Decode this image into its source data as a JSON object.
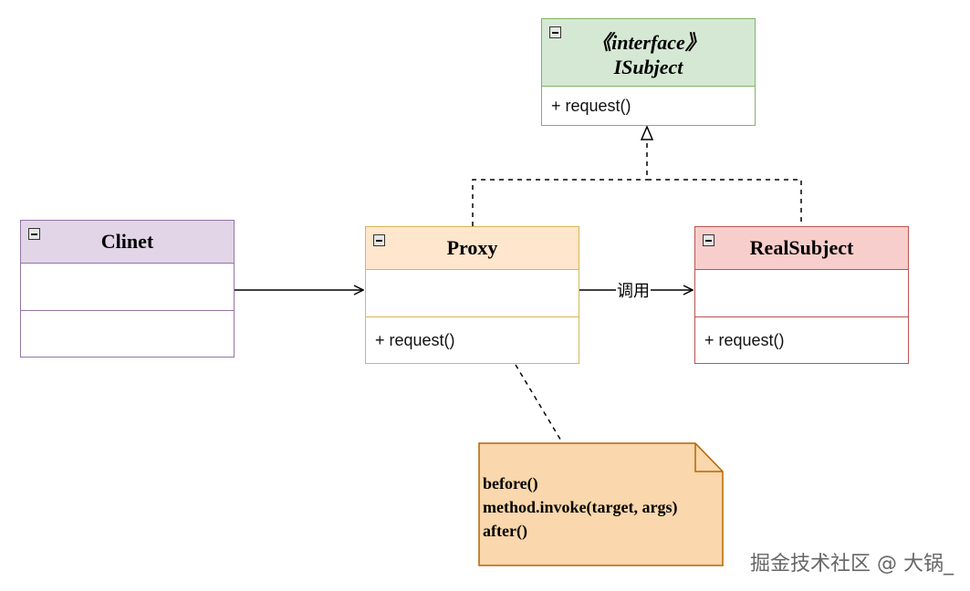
{
  "diagram": {
    "isubject": {
      "stereotype": "《interface》",
      "name": "ISubject",
      "methods": "+ request()",
      "fill": "#d5e8d4",
      "stroke": "#82b366"
    },
    "client": {
      "name": "Clinet",
      "fill": "#e1d5e7",
      "stroke": "#9673a6"
    },
    "proxy": {
      "name": "Proxy",
      "methods": "+ request()",
      "fill": "#ffe6cc",
      "stroke": "#d6b656"
    },
    "real_subject": {
      "name": "RealSubject",
      "methods": "+ request()",
      "fill": "#f8cecc",
      "stroke": "#b85450"
    },
    "note": {
      "lines": [
        "before()",
        "method.invoke(target, args)",
        "after()"
      ],
      "fill": "#fad7ac",
      "stroke": "#b46504"
    },
    "edges": {
      "proxy_to_real_label": "调用"
    }
  },
  "watermark": "掘金技术社区 @ 大锅_"
}
